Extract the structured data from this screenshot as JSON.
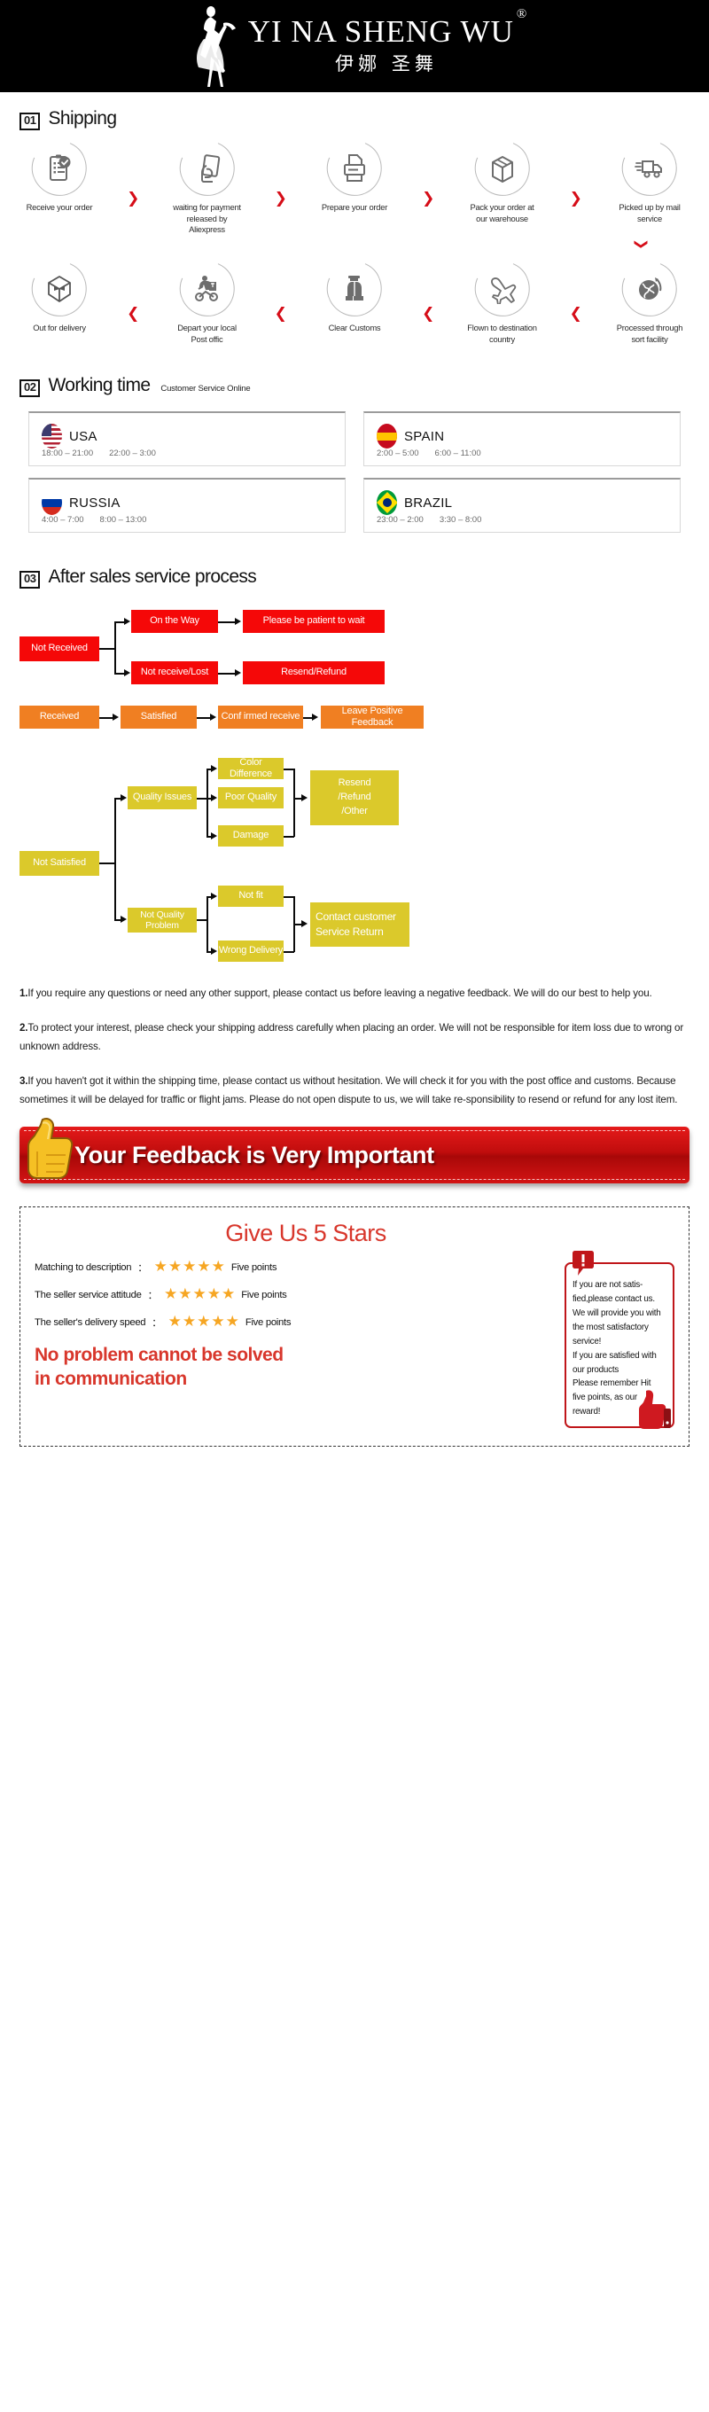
{
  "brand": {
    "latin": "YI NA SHENG WU",
    "registered": "®",
    "chinese": "伊娜 圣舞"
  },
  "shipping": {
    "number": "01",
    "title": "Shipping",
    "arrow_right": "❯",
    "arrow_left": "❮",
    "arrow_down": "❯",
    "row1": [
      {
        "label": "Receive your order",
        "icon": "clipboard-check-icon"
      },
      {
        "label": "waiting for payment released by Aliexpress",
        "icon": "hand-card-icon"
      },
      {
        "label": "Prepare your order",
        "icon": "printer-icon"
      },
      {
        "label": "Pack your order at our warehouse",
        "icon": "box-icon"
      },
      {
        "label": "Picked up by mail service",
        "icon": "truck-icon"
      }
    ],
    "row2": [
      {
        "label": "Out for delivery",
        "icon": "open-box-icon"
      },
      {
        "label": "Depart your local Post offic",
        "icon": "scooter-courier-icon"
      },
      {
        "label": "Clear Customs",
        "icon": "customs-officer-icon"
      },
      {
        "label": "Flown to destination country",
        "icon": "airplane-icon"
      },
      {
        "label": "Processed through sort facility",
        "icon": "globe-icon"
      }
    ]
  },
  "worktime": {
    "number": "02",
    "title": "Working time",
    "subtitle": "Customer Service Online",
    "cards": [
      {
        "country": "USA",
        "flag": "usa-flag-icon",
        "hours": [
          "18:00 – 21:00",
          "22:00 – 3:00"
        ]
      },
      {
        "country": "SPAIN",
        "flag": "spain-flag-icon",
        "hours": [
          "2:00 – 5:00",
          "6:00 – 11:00"
        ]
      },
      {
        "country": "RUSSIA",
        "flag": "russia-flag-icon",
        "hours": [
          "4:00 – 7:00",
          "8:00 – 13:00"
        ]
      },
      {
        "country": "BRAZIL",
        "flag": "brazil-flag-icon",
        "hours": [
          "23:00 – 2:00",
          "3:30 – 8:00"
        ]
      }
    ]
  },
  "aftersales": {
    "number": "03",
    "title": "After sales service process",
    "flow_red": {
      "root": "Not Received",
      "branch_top": "On the Way",
      "branch_top_result": "Please be patient to wait",
      "branch_bottom": "Not receive/Lost",
      "branch_bottom_result": "Resend/Refund"
    },
    "flow_orange": {
      "step1": "Received",
      "step2": "Satisfied",
      "step3": "Conf irmed receive",
      "step4": "Leave Positive Feedback"
    },
    "flow_yellow": {
      "root": "Not Satisfied",
      "quality": "Quality Issues",
      "quality_children": [
        "Color Difference",
        "Poor Quality",
        "Damage"
      ],
      "quality_result": "Resend\n/Refund\n/Other",
      "quality_result_lines": [
        "Resend",
        "/Refund",
        "/Other"
      ],
      "not_quality": "Not Quality Problem",
      "not_quality_lines": [
        "Not Quality",
        "Problem"
      ],
      "not_quality_children": [
        "Not fit",
        "Wrong Delivery"
      ],
      "not_quality_result_lines": [
        "Contact customer",
        "Service Return"
      ]
    }
  },
  "policy": [
    {
      "num": "1.",
      "text": "If you require any questions or need any other support, please contact us before leaving a negative feedback. We will do our best to help you."
    },
    {
      "num": "2.",
      "text": "To protect your interest, please check your shipping address carefully when placing an order. We will not be responsible for item loss due to wrong or unknown address."
    },
    {
      "num": "3.",
      "text": "If you haven't got it within the shipping time, please contact us without hesitation. We will check it for you with the post office and customs. Because sometimes it will be delayed for traffic or flight jams. Please do not open dispute to us, we will take re-sponsibility to resend or refund for any lost item."
    }
  ],
  "feedback_banner": {
    "text": "Your Feedback is Very Important",
    "icon": "thumbs-up-icon"
  },
  "stars": {
    "title": "Give Us 5 Stars",
    "star_glyph": "★",
    "star_count": 5,
    "rows": [
      {
        "label": "Matching to description",
        "colon": "：",
        "points": "Five points"
      },
      {
        "label": "The seller service attitude",
        "colon": "：",
        "points": "Five points"
      },
      {
        "label": "The seller's delivery speed",
        "colon": "：",
        "points": "Five points"
      }
    ],
    "slogan_lines": [
      "No problem cannot be solved",
      "in communication"
    ],
    "warning": {
      "icon": "exclamation-icon",
      "thumb_icon": "thumbs-up-icon",
      "lines": [
        "If you are not satis-",
        "fied,please contact us.",
        "We will provide you with",
        "the most satisfactory",
        "service!",
        "If you are satisfied with",
        "our products",
        "Please remember Hit",
        "five points, as our",
        "reward!"
      ]
    }
  },
  "colors": {
    "red": "#f50808",
    "orange": "#f07f22",
    "yellow": "#dbc92b",
    "brand_red": "#d8372c",
    "star_gold": "#f6a623"
  }
}
